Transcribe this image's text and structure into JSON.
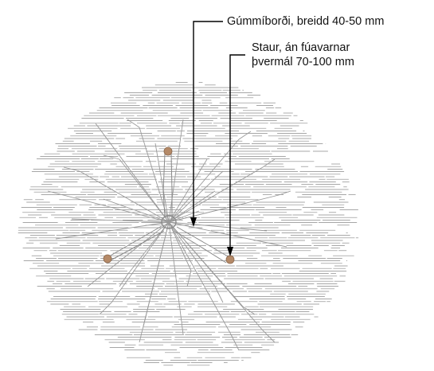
{
  "callouts": {
    "rubber_strap": "Gúmmíborði, breidd 40-50 mm",
    "stake_line1": "Staur, án fúavarnar",
    "stake_line2": "þvermál 70-100 mm"
  },
  "colors": {
    "ground_hatch": "#8a8a8a",
    "root_lines": "#9a9a9a",
    "stake_fill": "#b58a68",
    "stake_stroke": "#8c6a50",
    "leader": "#000000",
    "text": "#111111",
    "background": "#ffffff"
  },
  "icons": {
    "stake": "stake-cross-section-icon",
    "trunk": "tree-trunk-icon"
  }
}
